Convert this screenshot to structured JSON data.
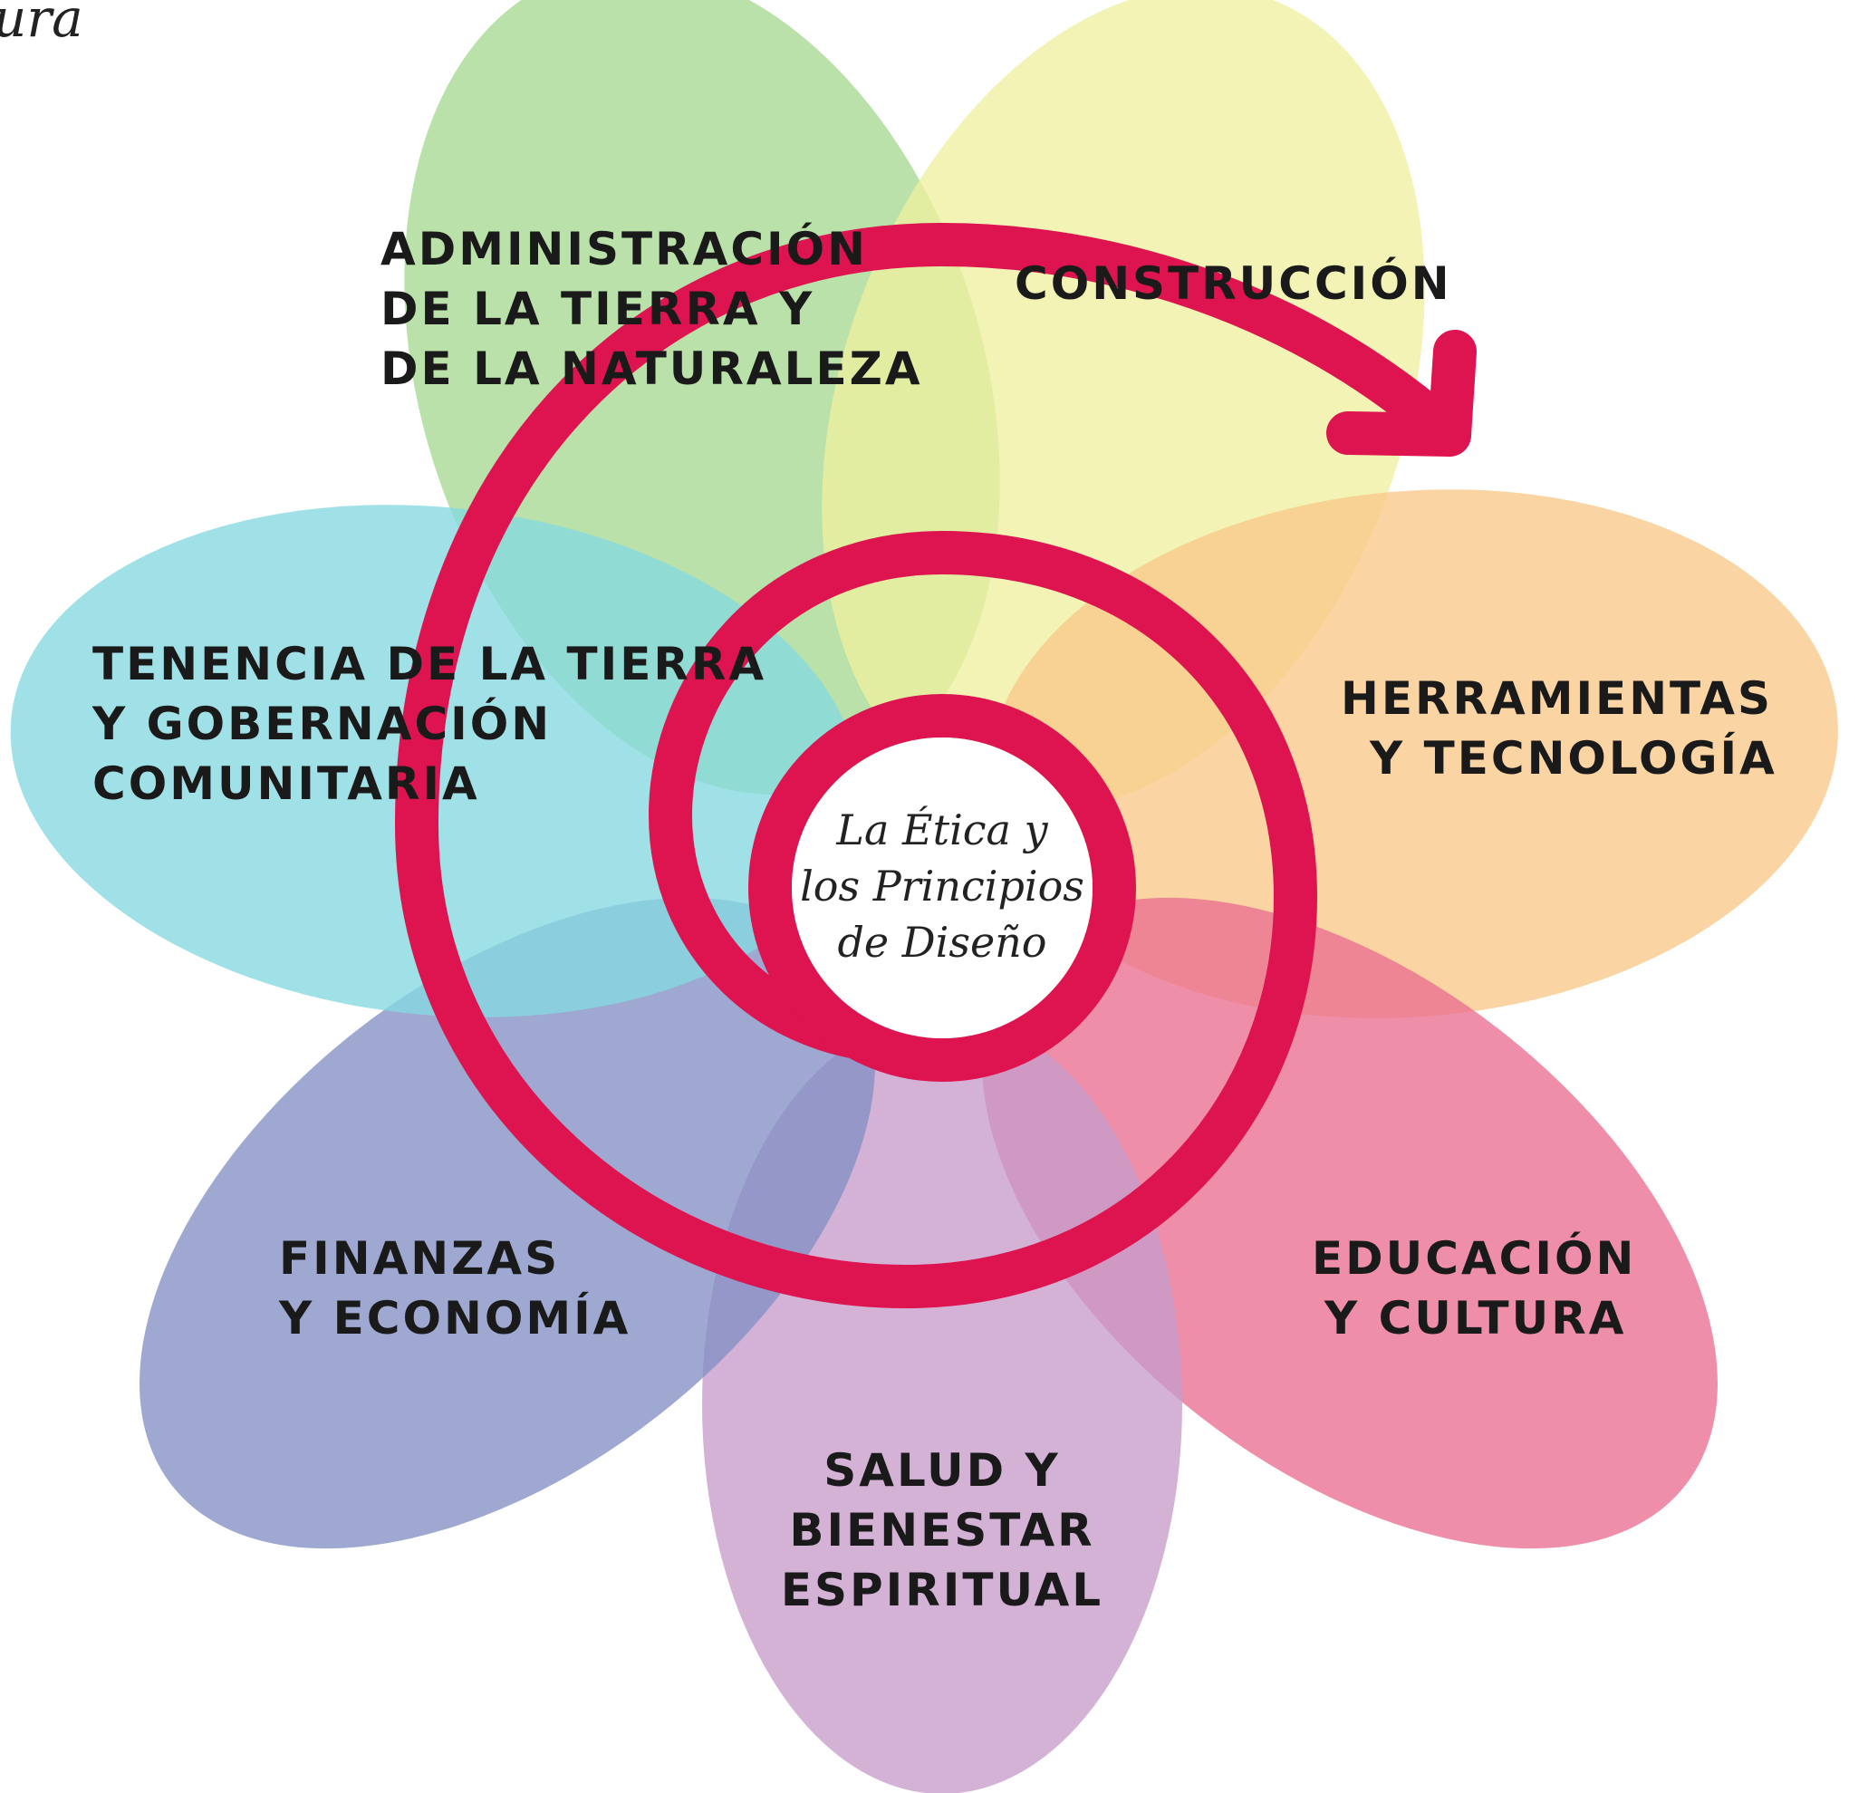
{
  "corner_text": "ura",
  "center": {
    "lines": [
      "La Ética y",
      "los Principios",
      "de Diseño"
    ]
  },
  "petals": [
    {
      "id": "land-stewardship",
      "lines": [
        "ADMINISTRACIÓN",
        "DE LA TIERRA Y",
        "DE LA NATURALEZA"
      ],
      "color": "#a6d891"
    },
    {
      "id": "building",
      "lines": [
        "CONSTRUCCIÓN"
      ],
      "color": "#eef0a0"
    },
    {
      "id": "tools-technology",
      "lines": [
        "HERRAMIENTAS",
        "Y TECNOLOGÍA"
      ],
      "color": "#f9c888"
    },
    {
      "id": "education-culture",
      "lines": [
        "EDUCACIÓN",
        "Y CULTURA"
      ],
      "color": "#ea6e8f"
    },
    {
      "id": "health-wellbeing",
      "lines": [
        "SALUD Y",
        "BIENESTAR",
        "ESPIRITUAL"
      ],
      "color": "#c69cca"
    },
    {
      "id": "finance-economics",
      "lines": [
        "FINANZAS",
        "Y ECONOMÍA"
      ],
      "color": "#8390c3"
    },
    {
      "id": "land-tenure",
      "lines": [
        "TENENCIA DE LA TIERRA",
        "Y GOBERNACIÓN",
        "COMUNITARIA"
      ],
      "color": "#85d8e2"
    }
  ],
  "colors": {
    "spiral": "#dd1450",
    "center_fill": "#ffffff"
  }
}
